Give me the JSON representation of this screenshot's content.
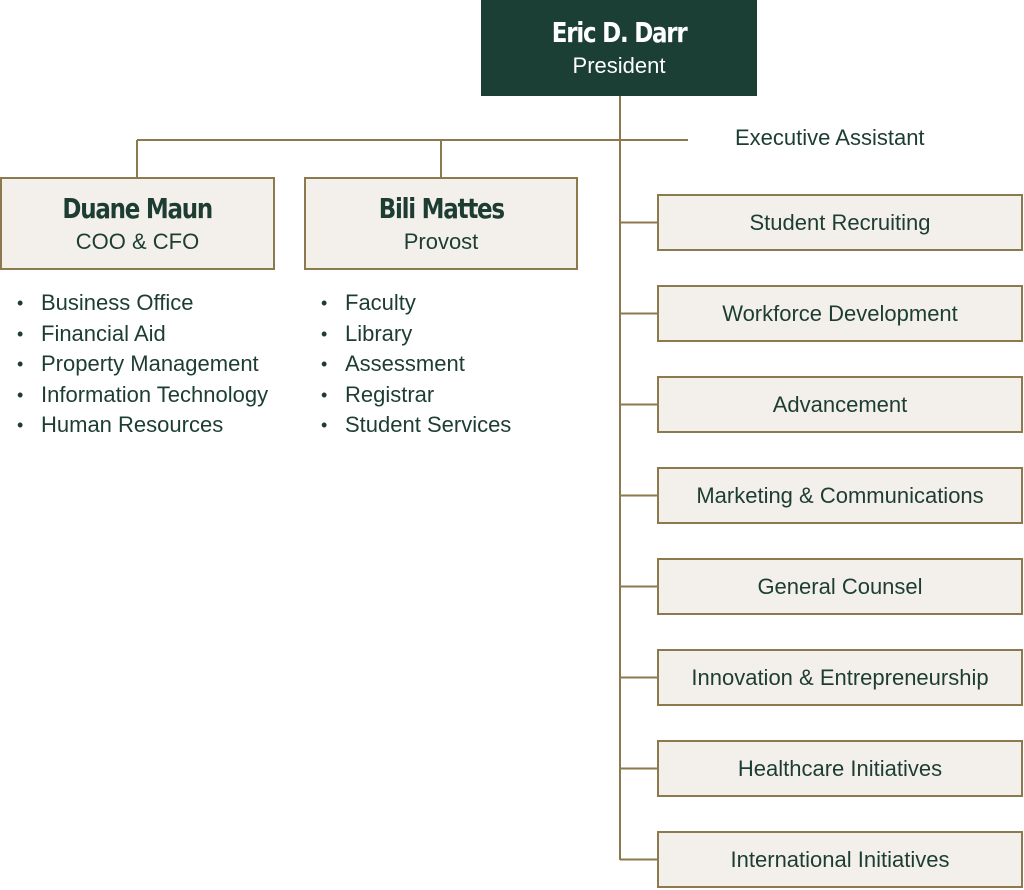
{
  "president": {
    "name": "Eric D. Darr",
    "title": "President"
  },
  "executive_assistant": "Executive Assistant",
  "coo": {
    "name": "Duane Maun",
    "title": "COO & CFO",
    "departments": [
      "Business Office",
      "Financial Aid",
      "Property Management",
      "Information Technology",
      "Human Resources"
    ]
  },
  "provost": {
    "name": "Bili Mattes",
    "title": "Provost",
    "departments": [
      "Faculty",
      "Library",
      "Assessment",
      "Registrar",
      "Student Services"
    ]
  },
  "direct_reports": [
    "Student Recruiting",
    "Workforce Development",
    "Advancement",
    "Marketing & Communications",
    "General Counsel",
    "Innovation & Entrepreneurship",
    "Healthcare Initiatives",
    "International Initiatives"
  ],
  "bullet": "•",
  "colors": {
    "dark_green": "#1b3f35",
    "gold_line": "#8c7a4e",
    "box_fill": "#f3f0eb",
    "text": "#1d3d33"
  }
}
